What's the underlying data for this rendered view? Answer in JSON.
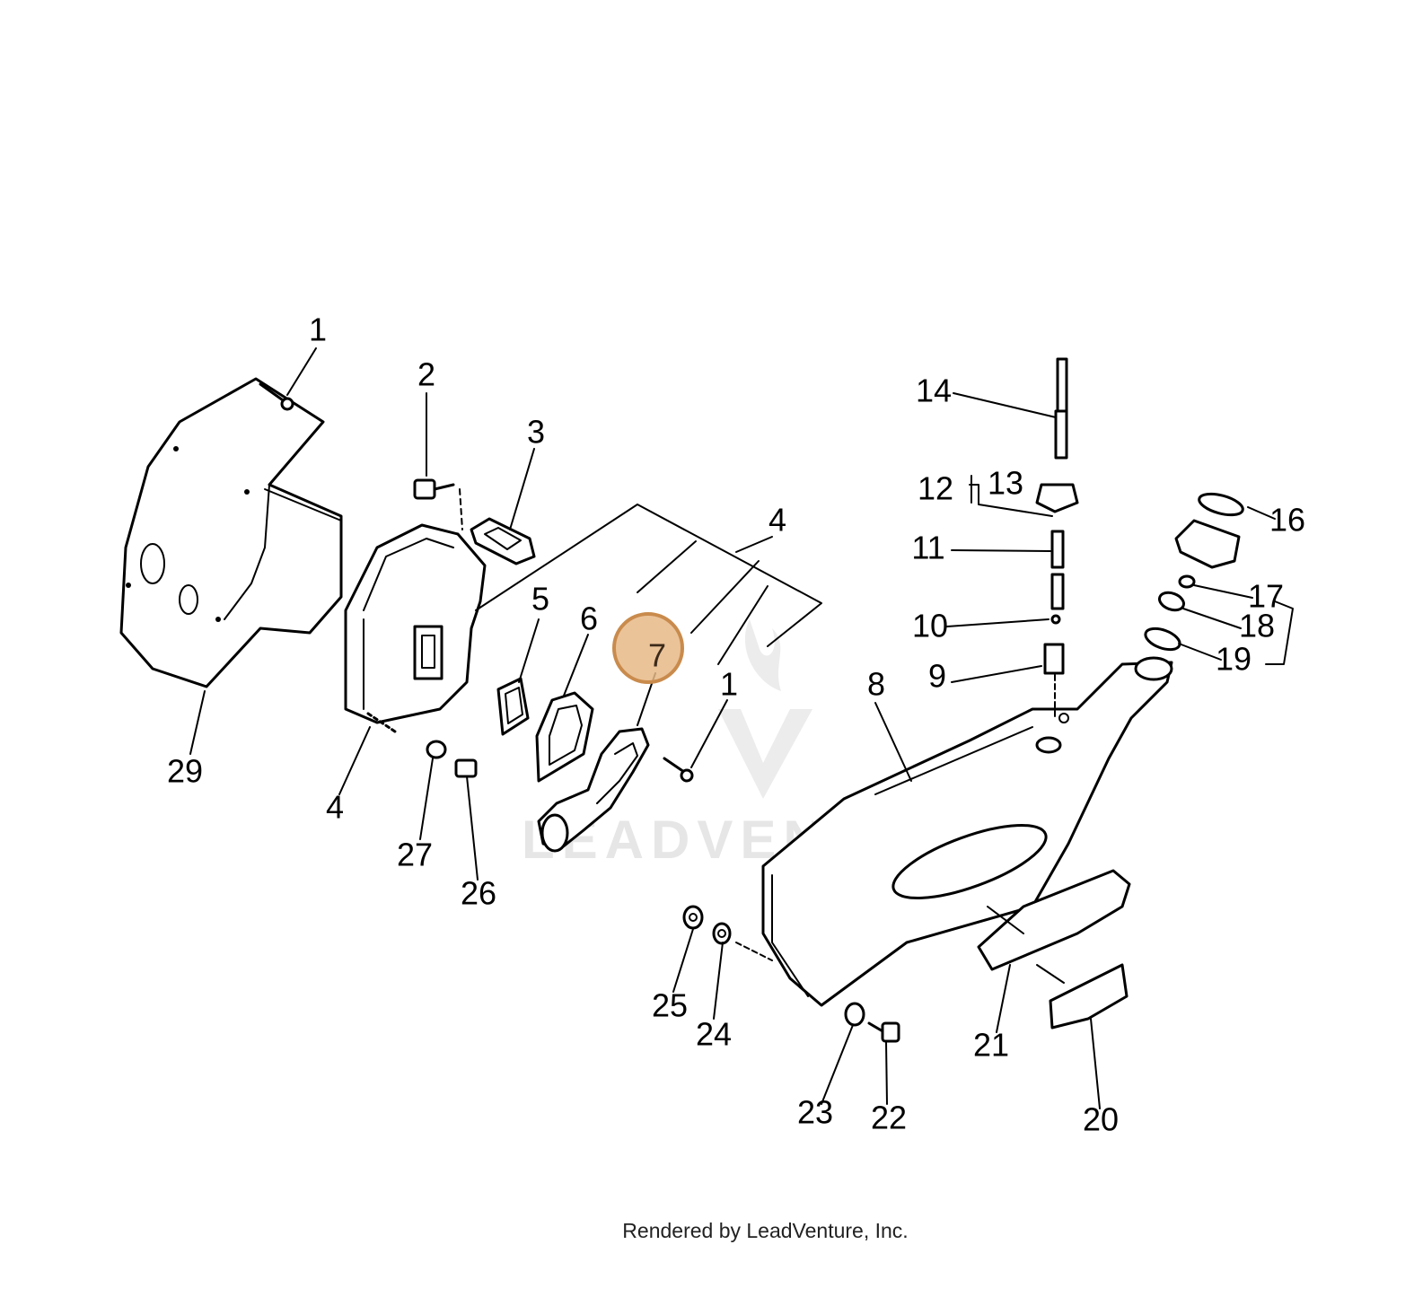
{
  "diagram": {
    "highlighted_callout": "7",
    "highlight_color": "#e8b887",
    "callouts": [
      "1",
      "2",
      "3",
      "4",
      "5",
      "6",
      "7",
      "8",
      "9",
      "10",
      "11",
      "12",
      "13",
      "14",
      "16",
      "17",
      "18",
      "19",
      "20",
      "21",
      "22",
      "23",
      "24",
      "25",
      "26",
      "27",
      "29"
    ]
  },
  "labels": {
    "c1_top": "1",
    "c2": "2",
    "c3": "3",
    "c4_top": "4",
    "c5": "5",
    "c6": "6",
    "c7": "7",
    "c1_mid": "1",
    "c8": "8",
    "c9": "9",
    "c10": "10",
    "c11": "11",
    "c12": "12",
    "c13": "13",
    "c14": "14",
    "c16": "16",
    "c17": "17",
    "c18": "18",
    "c19": "19",
    "c20": "20",
    "c21": "21",
    "c22": "22",
    "c23": "23",
    "c24": "24",
    "c25": "25",
    "c26": "26",
    "c27": "27",
    "c4_low": "4",
    "c29": "29"
  },
  "watermark": "LEADVENTURE",
  "credit": "Rendered by LeadVenture, Inc."
}
